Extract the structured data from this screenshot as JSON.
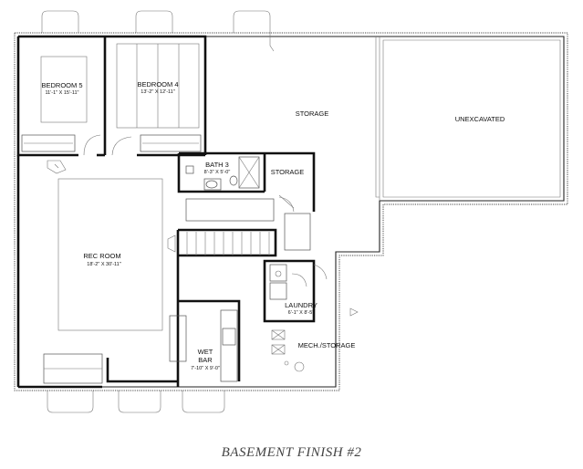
{
  "plan": {
    "title": "BASEMENT FINISH #2",
    "rooms": {
      "bedroom5": {
        "name": "BEDROOM 5",
        "dims": "11'-1\" X 15'-11\""
      },
      "bedroom4": {
        "name": "BEDROOM 4",
        "dims": "13'-2\" X 12'-11\""
      },
      "storage_main": {
        "name": "STORAGE"
      },
      "unexcavated": {
        "name": "UNEXCAVATED"
      },
      "bath3": {
        "name": "BATH 3",
        "dims": "8'-3\" X 5'-0\""
      },
      "storage_small": {
        "name": "STORAGE"
      },
      "rec_room": {
        "name": "REC ROOM",
        "dims": "18'-2\" X 30'-11\""
      },
      "laundry": {
        "name": "LAUNDRY",
        "dims": "6'-1\" X 8'-5\""
      },
      "mech_storage": {
        "name": "MECH./STORAGE"
      },
      "wet_bar": {
        "name_line1": "WET",
        "name_line2": "BAR",
        "dims": "7'-10\" X 9'-0\""
      }
    }
  }
}
